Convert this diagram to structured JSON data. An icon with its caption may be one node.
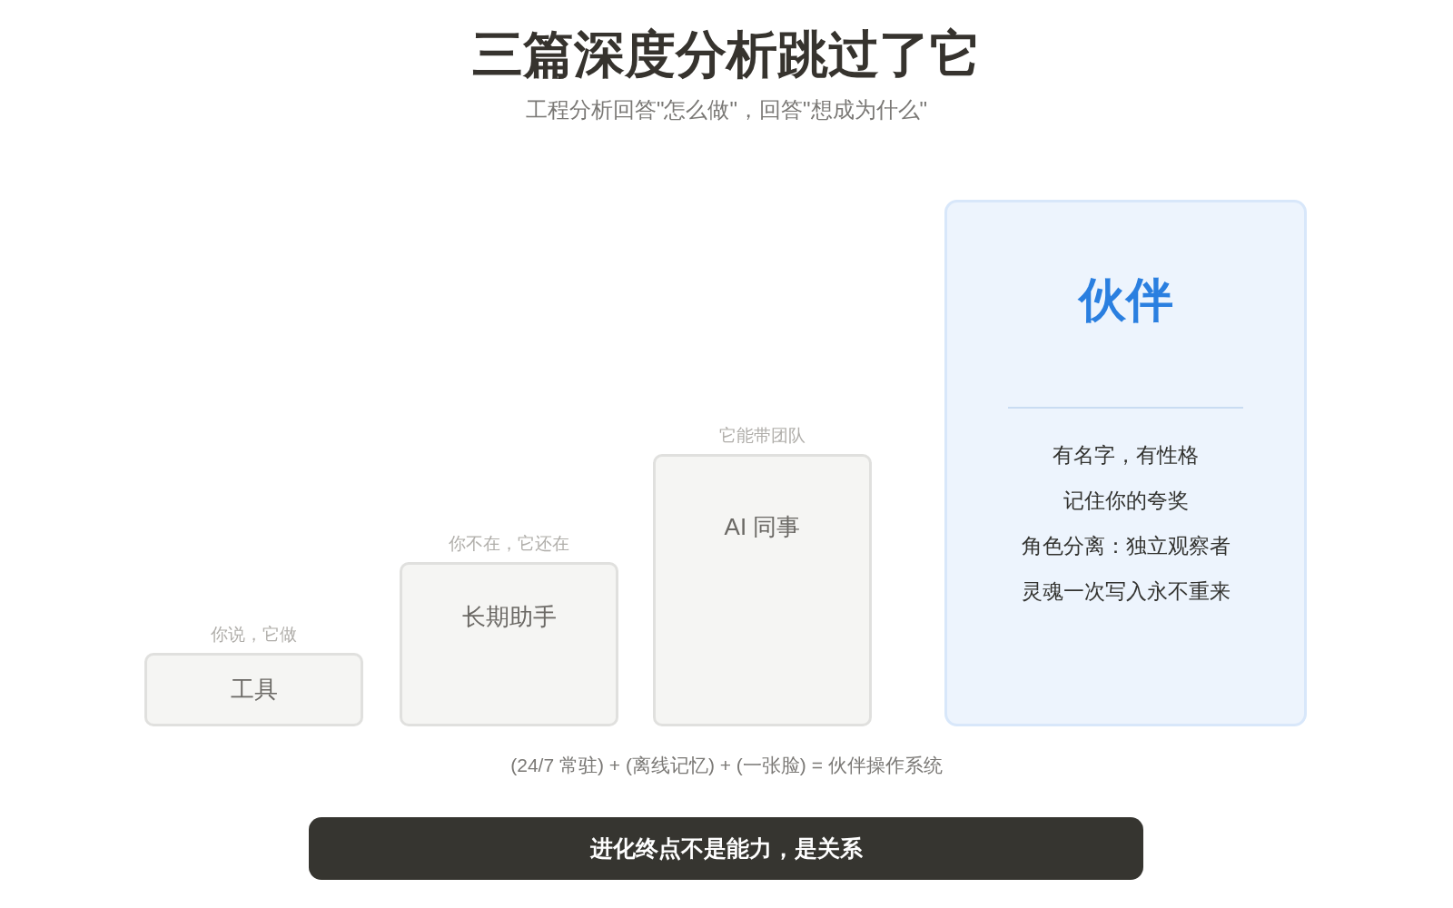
{
  "diagram": {
    "title": "三篇深度分析跳过了它",
    "nodes": [
      {
        "text": [
          "工具"
        ],
        "beside": [
          "你说，它做"
        ]
      },
      {
        "text": [
          "长期助手"
        ],
        "beside": [
          "你不在，它还在"
        ]
      },
      {
        "text": [
          "AI 同事"
        ],
        "beside": [
          "它能带团队"
        ]
      },
      {
        "text": [
          "伙伴",
          "有名字，有性格",
          "记住你的夸奖",
          "角色分离：独立观察者",
          "灵魂一次写入永不重来"
        ]
      },
      {
        "text": [
          "进化终点不是能力，是关系"
        ]
      }
    ],
    "labels": [
      "工程分析回答\"怎么做\"，回答\"想成为什么\"",
      "(24/7 常驻) + (离线记忆) + (一张脸) = 伙伴操作系统"
    ]
  }
}
